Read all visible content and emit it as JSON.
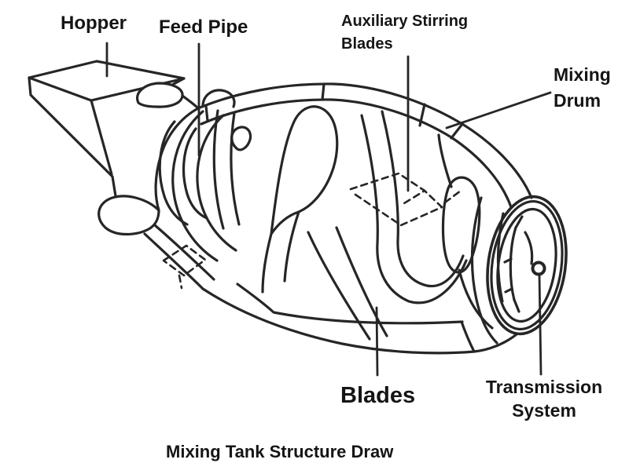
{
  "page": {
    "background": "#ffffff",
    "caption": "Mixing Tank Structure Draw"
  },
  "colors": {
    "line": "#262626",
    "text": "#151515"
  },
  "diagram": {
    "type": "labeled-technical-line-drawing",
    "subject": "concrete mixing tank (mixer drum) cutaway showing internal spiral blades",
    "labels": {
      "hopper": "Hopper",
      "feed_pipe": "Feed Pipe",
      "auxiliary_stirring_blades": "Auxiliary Stirring Blades",
      "mixing_drum": "Mixing Drum",
      "blades": "Blades",
      "transmission_system": "Transmission System"
    }
  }
}
